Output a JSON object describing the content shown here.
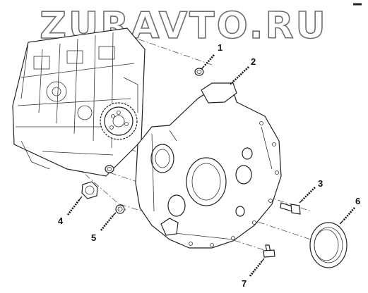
{
  "watermark": "ZURAVTO.RU",
  "callouts": [
    "1",
    "2",
    "3",
    "4",
    "5",
    "6",
    "7"
  ],
  "parts": {
    "engine_block": "engine-block",
    "flywheel_housing": "flywheel-housing",
    "seal": "rear-crankshaft-seal"
  }
}
